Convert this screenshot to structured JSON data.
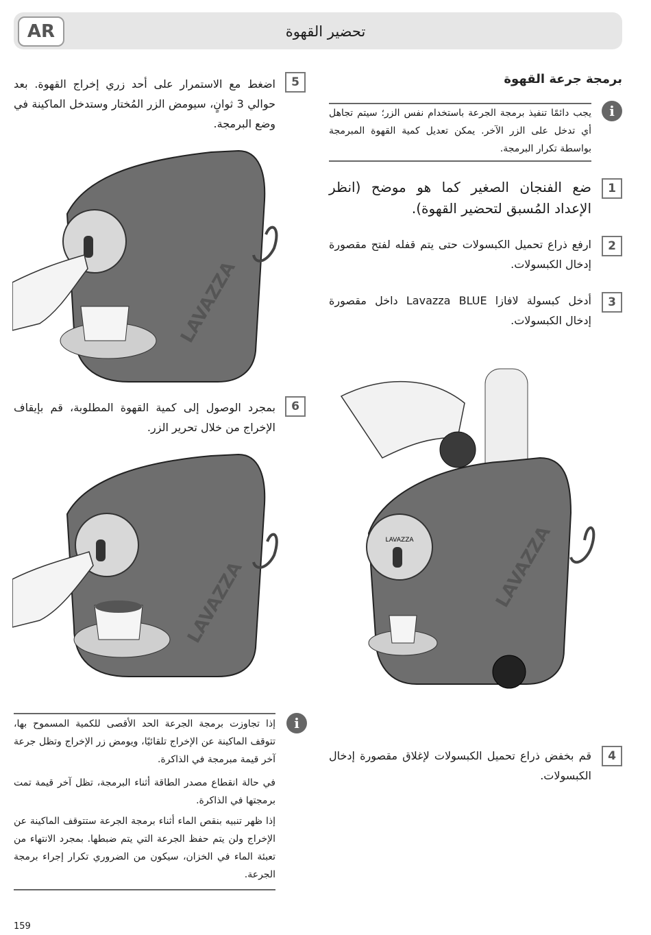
{
  "header": {
    "lang": "AR",
    "title": "تحضير القهوة"
  },
  "section_title": "برمجة جرعة القهوة",
  "info_note_1": "يجب دائمًا تنفيذ برمجة الجرعة باستخدام نفس الزر؛ سيتم تجاهل أي تدخل على الزر الآخر. يمكن تعديل كمية القهوة المبرمجة بواسطة تكرار البرمجة.",
  "steps": [
    {
      "num": "1",
      "text": "ضع الفنجان الصغير كما هو موضح (انظر الإعداد المُسبق لتحضير القهوة)."
    },
    {
      "num": "2",
      "text": "ارفع ذراع تحميل الكبسولات حتى يتم قفله لفتح مقصورة إدخال الكبسولات."
    },
    {
      "num": "3",
      "text": "أدخل كبسولة لافازا Lavazza BLUE داخل مقصورة إدخال الكبسولات."
    },
    {
      "num": "4",
      "text": "قم بخفض ذراع تحميل الكبسولات لإغلاق مقصورة إدخال الكبسولات."
    },
    {
      "num": "5",
      "text": "اضغط مع الاستمرار على أحد زري إخراج القهوة. بعد حوالي 3 ثوانٍ، سيومض الزر المُختار وستدخل الماكينة في وضع البرمجة."
    },
    {
      "num": "6",
      "text": "بمجرد الوصول إلى كمية القهوة المطلوبة، قم بإيقاف الإخراج من خلال تحرير الزر."
    }
  ],
  "info_note_2": [
    "إذا تجاوزت برمجة الجرعة الحد الأقصى للكمية المسموح بها، تتوقف الماكينة عن الإخراج تلقائيًا، ويومض زر الإخراج وتظل جرعة آخر قيمة مبرمجة في الذاكرة.",
    "في حالة انقطاع مصدر الطاقة أثناء البرمجة، تظل آخر قيمة تمت برمجتها في الذاكرة.",
    "إذا ظهر تنبيه بنقص الماء أثناء برمجة الجرعة ستتوقف الماكينة عن الإخراج ولن يتم حفظ الجرعة التي يتم ضبطها. بمجرد الانتهاء من تعبئة الماء في الخزان، سيكون من الضروري تكرار إجراء برمجة الجرعة."
  ],
  "info_icon": "i",
  "brand_logo": "LAVAZZA",
  "page_number": "159",
  "colors": {
    "header_bg": "#e6e6e6",
    "machine_body": "#6e6e6e",
    "machine_light": "#d8d8d8"
  }
}
